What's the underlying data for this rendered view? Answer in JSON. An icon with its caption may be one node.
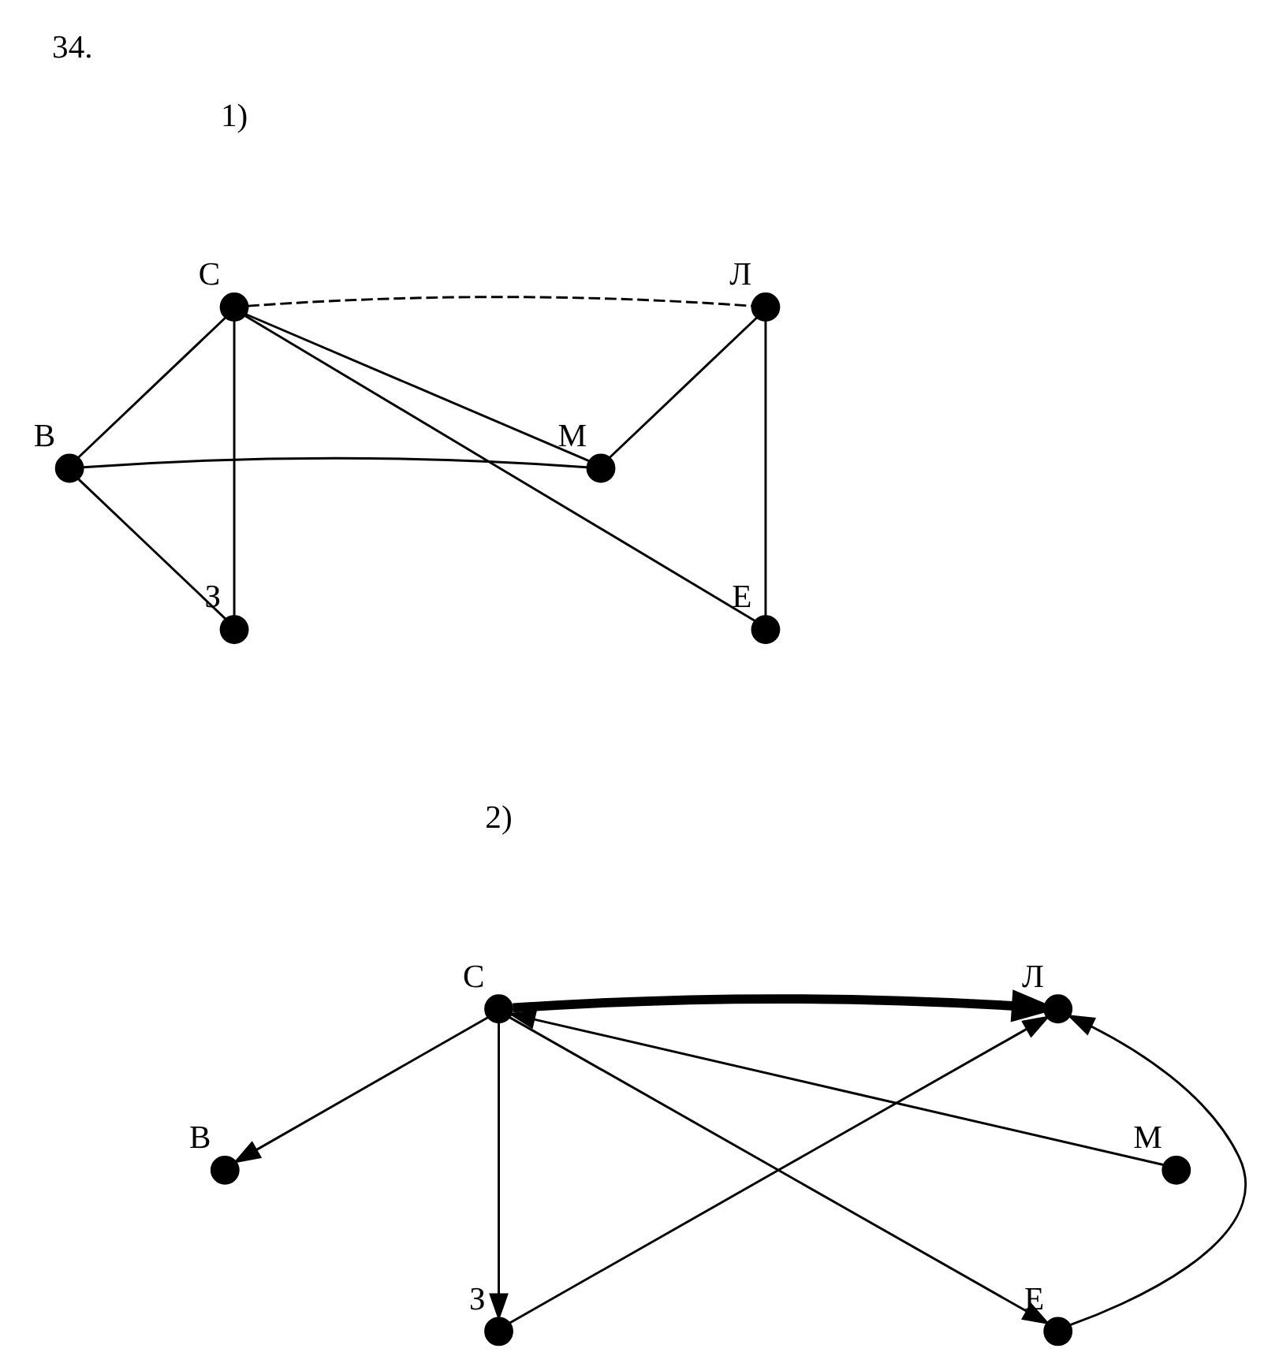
{
  "diagram": {
    "title": "34.",
    "nodes": [
      {
        "text": [],
        "shape": "circle",
        "beside": [
          "С"
        ]
      },
      {
        "text": [],
        "shape": "circle",
        "beside": [
          "Л"
        ]
      },
      {
        "text": [],
        "shape": "circle",
        "beside": [
          "В"
        ]
      },
      {
        "text": [],
        "shape": "circle",
        "beside": [
          "М"
        ]
      },
      {
        "text": [],
        "shape": "circle",
        "beside": [
          "З"
        ]
      },
      {
        "text": [],
        "shape": "circle",
        "beside": [
          "Е"
        ]
      },
      {
        "text": [],
        "shape": "circle",
        "beside": [
          "С"
        ]
      },
      {
        "text": [],
        "shape": "circle",
        "beside": [
          "Л"
        ]
      },
      {
        "text": [],
        "shape": "circle",
        "beside": [
          "В"
        ]
      },
      {
        "text": [],
        "shape": "circle",
        "beside": [
          "М"
        ]
      },
      {
        "text": [],
        "shape": "circle",
        "beside": [
          "З"
        ]
      },
      {
        "text": [],
        "shape": "circle",
        "beside": [
          "Е"
        ]
      }
    ],
    "edges": [
      {
        "from": 0,
        "to": 1,
        "arrow": "none",
        "style": "dashed"
      },
      {
        "from": 0,
        "to": 2,
        "arrow": "none"
      },
      {
        "from": 0,
        "to": 4,
        "arrow": "none"
      },
      {
        "from": 0,
        "to": 5,
        "arrow": "none"
      },
      {
        "from": 0,
        "to": 3,
        "arrow": "none"
      },
      {
        "from": 1,
        "to": 3,
        "arrow": "none"
      },
      {
        "from": 1,
        "to": 5,
        "arrow": "none"
      },
      {
        "from": 2,
        "to": 3,
        "arrow": "none"
      },
      {
        "from": 2,
        "to": 4,
        "arrow": "none"
      },
      {
        "from": 6,
        "to": 7,
        "arrow": "to",
        "style": "thick"
      },
      {
        "from": 6,
        "to": 8,
        "arrow": "to"
      },
      {
        "from": 6,
        "to": 10,
        "arrow": "to"
      },
      {
        "from": 6,
        "to": 11,
        "arrow": "to"
      },
      {
        "from": 9,
        "to": 6,
        "arrow": "to"
      },
      {
        "from": 10,
        "to": 7,
        "arrow": "to"
      },
      {
        "from": 11,
        "to": 7,
        "arrow": "to"
      }
    ],
    "labels": [
      "1)",
      "2)"
    ]
  }
}
